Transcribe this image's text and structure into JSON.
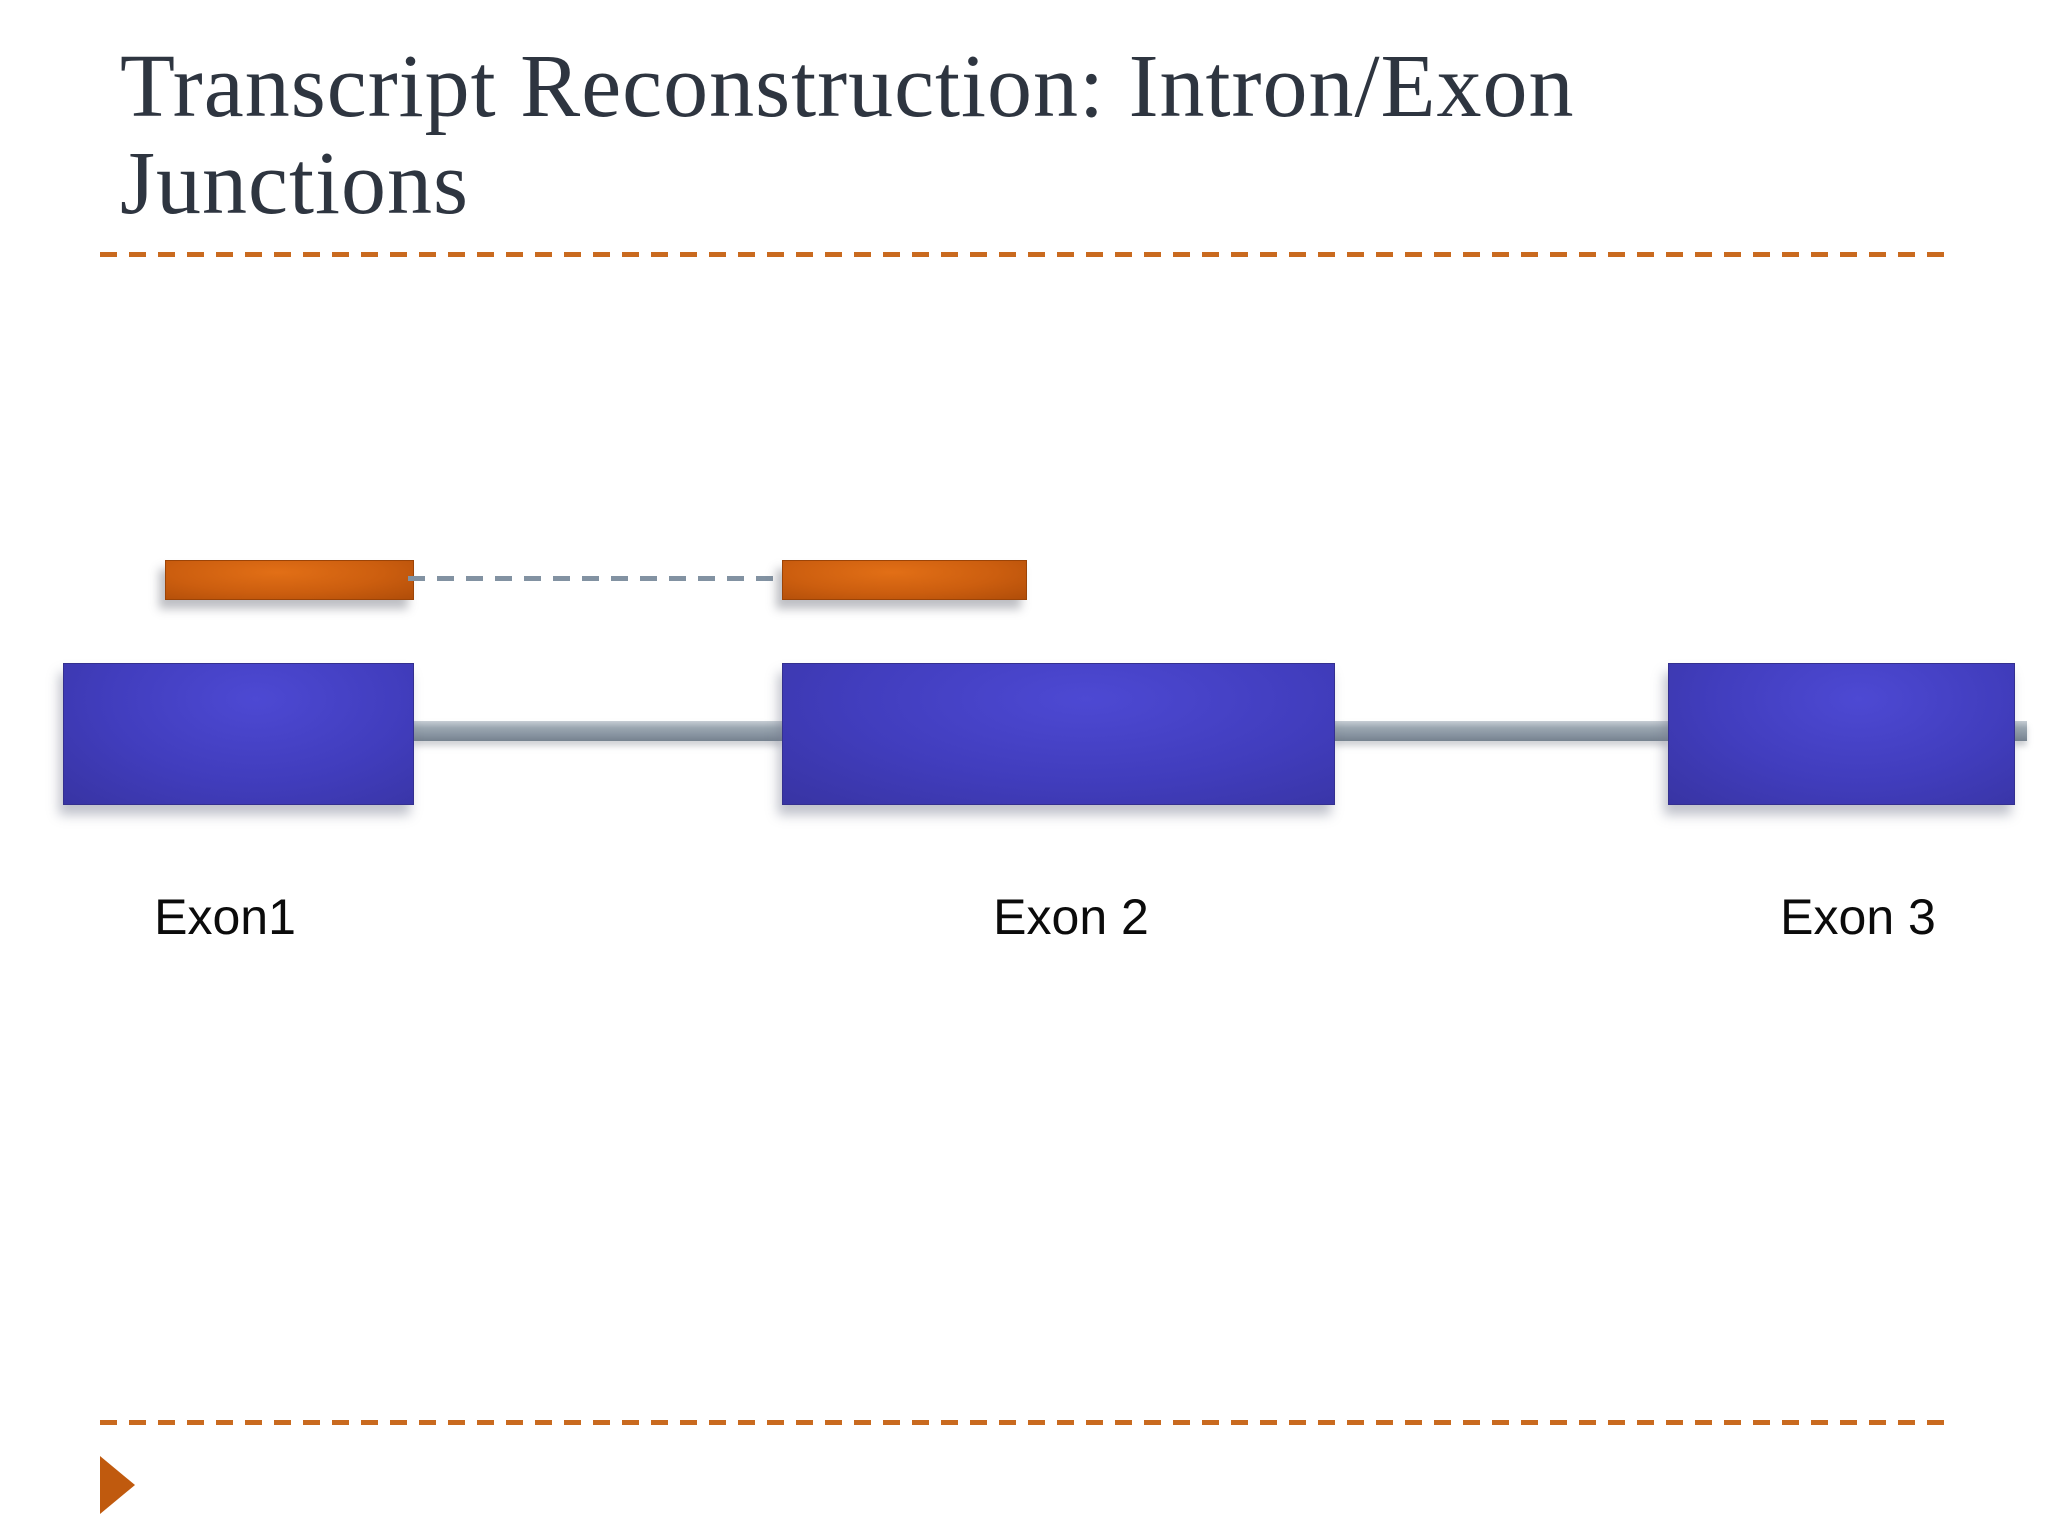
{
  "slide": {
    "title": "Transcript Reconstruction: Intron/Exon Junctions"
  },
  "diagram": {
    "exons": [
      {
        "label": "Exon1"
      },
      {
        "label": "Exon 2"
      },
      {
        "label": "Exon 3"
      }
    ]
  },
  "icons": {
    "footer_arrow": "triangle-right-icon"
  },
  "colors": {
    "accent_orange_dash": "#C96A1F",
    "read_bar_orange": "#CC5E0F",
    "exon_blue": "#413DBD",
    "intron_gray": "#8E9AA6",
    "junction_dash_gray": "#8292A2",
    "title_text": "#2E3540",
    "label_text": "#0B0B0B",
    "footer_arrow_orange": "#C05A0E",
    "background": "#FFFFFF"
  }
}
